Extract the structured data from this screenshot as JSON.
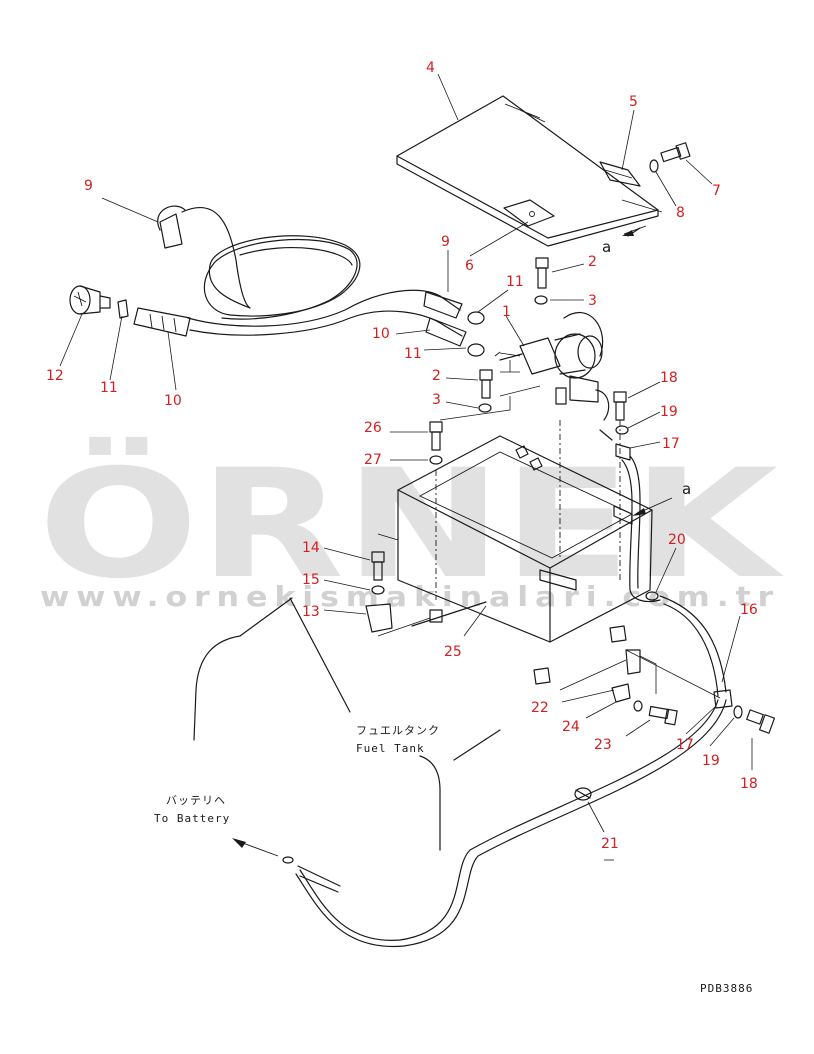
{
  "drawing_code": "PDB3886",
  "watermark": {
    "brand": "ÖRNEK",
    "url": "www.ornekismakinalari.com.tr"
  },
  "labels": {
    "fuel_tank_jp": "フュエルタンク",
    "fuel_tank_en": "Fuel Tank",
    "to_battery_jp": "バッテリヘ",
    "to_battery_en": "To Battery"
  },
  "view_reference": "a",
  "part_numbers": {
    "p4": "4",
    "p5": "5",
    "p7": "7",
    "p8": "8",
    "p9a": "9",
    "p9b": "9",
    "p6": "6",
    "p2a": "2",
    "p3a": "3",
    "p11a": "11",
    "p1": "1",
    "p10a": "10",
    "p11b": "11",
    "p12": "12",
    "p11c": "11",
    "p10b": "10",
    "p2b": "2",
    "p3b": "3",
    "p18a": "18",
    "p19a": "19",
    "p17a": "17",
    "p26": "26",
    "p27": "27",
    "p20": "20",
    "p16": "16",
    "p14": "14",
    "p15": "15",
    "p13": "13",
    "p25": "25",
    "p22": "22",
    "p24": "24",
    "p23": "23",
    "p17b": "17",
    "p19b": "19",
    "p18b": "18",
    "p21": "21"
  }
}
